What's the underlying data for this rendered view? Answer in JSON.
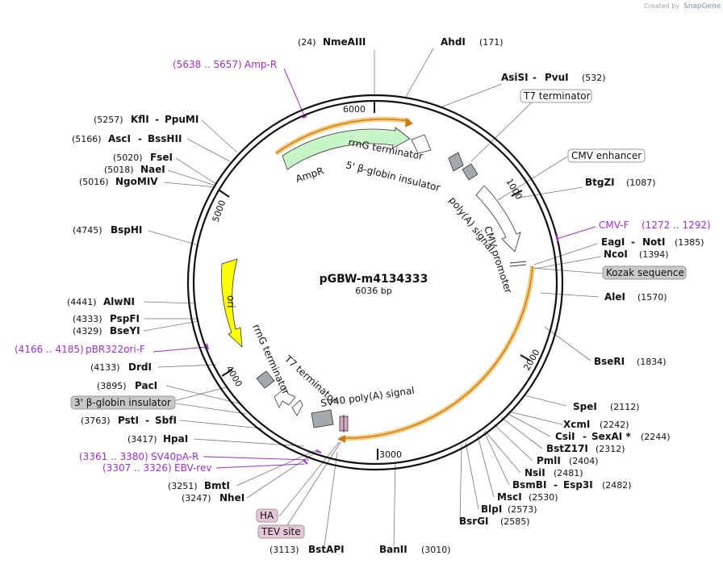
{
  "plasmid": {
    "name": "pGBW-m4134333",
    "length": "6036 bp"
  },
  "watermark": {
    "prefix": "Created by",
    "brand": "SnapGene"
  },
  "ticks": [
    "1000",
    "2000",
    "3000",
    "4000",
    "5000",
    "6000"
  ],
  "features": {
    "ampr": "AmpR",
    "ori": "ori",
    "t7_terminator_top": "T7 terminator",
    "rrng_top": "rrnG terminator",
    "globin_top": "5' β-globin insulator",
    "polya": "poly(A) signal",
    "cmv_promoter": "CMV promoter",
    "rrng_left": "rrnG terminator",
    "t7_terminator_left": "T7 terminator",
    "sv40_polya": "SV40 poly(A) signal"
  },
  "boxed_labels": {
    "t7_terminator": "T7 terminator",
    "cmv_enhancer": "CMV enhancer",
    "kozak": "Kozak sequence",
    "globin_3": "3' β-globin insulator",
    "ha": "HA",
    "tev": "TEV site"
  },
  "primers": {
    "amp_r": {
      "range": "(5638 .. 5657)",
      "name": "Amp-R"
    },
    "cmv_f": {
      "name": "CMV-F",
      "range": "(1272 .. 1292)"
    },
    "pbr322": {
      "range": "(4166 .. 4185)",
      "name": "pBR322ori-F"
    },
    "sv40pa_r": {
      "range": "(3361 .. 3380)",
      "name": "SV40pA-R"
    },
    "ebv_rev": {
      "range": "(3307 .. 3326)",
      "name": "EBV-rev"
    }
  },
  "sites": {
    "nmeaiii": {
      "pos": "(24)",
      "name": "NmeAIII"
    },
    "ahdi": {
      "name": "AhdI",
      "pos": "(171)"
    },
    "asisi": {
      "name": "AsiSI",
      "name2": "PvuI",
      "pos": "(532)"
    },
    "btgzi": {
      "name": "BtgZI",
      "pos": "(1087)"
    },
    "eagi": {
      "name": "EagI",
      "name2": "NotI",
      "pos": "(1385)"
    },
    "ncoi": {
      "name": "NcoI",
      "pos": "(1394)"
    },
    "alei": {
      "name": "AleI",
      "pos": "(1570)"
    },
    "beri": {
      "name": "BseRI",
      "pos": "(1834)"
    },
    "spei": {
      "name": "SpeI",
      "pos": "(2112)"
    },
    "xcmi": {
      "name": "XcmI",
      "pos": "(2242)"
    },
    "csii": {
      "name": "CsiI",
      "name2": "SexAI *",
      "pos": "(2244)"
    },
    "bstz17i": {
      "name": "BstZ17I",
      "pos": "(2312)"
    },
    "pmli": {
      "name": "PmlI",
      "pos": "(2404)"
    },
    "nsii": {
      "name": "NsiI",
      "pos": "(2481)"
    },
    "bsmbi": {
      "name": "BsmBI",
      "name2": "Esp3I",
      "pos": "(2482)"
    },
    "msci": {
      "name": "MscI",
      "pos": "(2530)"
    },
    "blpi": {
      "name": "BlpI",
      "pos": "(2573)"
    },
    "bsrgi": {
      "name": "BsrGI",
      "pos": "(2585)"
    },
    "banii": {
      "name": "BanII",
      "pos": "(3010)"
    },
    "bstapi": {
      "pos": "(3113)",
      "name": "BstAPI"
    },
    "nhei": {
      "pos": "(3247)",
      "name": "NheI"
    },
    "bmti": {
      "pos": "(3251)",
      "name": "BmtI"
    },
    "hpai": {
      "pos": "(3417)",
      "name": "HpaI"
    },
    "psti": {
      "pos": "(3763)",
      "name": "PstI",
      "name2": "SbfI"
    },
    "paci": {
      "pos": "(3895)",
      "name": "PacI"
    },
    "drdi": {
      "pos": "(4133)",
      "name": "DrdI"
    },
    "bseyi": {
      "pos": "(4329)",
      "name": "BseYI"
    },
    "pspfi": {
      "pos": "(4333)",
      "name": "PspFI"
    },
    "alwni": {
      "pos": "(4441)",
      "name": "AlwNI"
    },
    "bsphi": {
      "pos": "(4745)",
      "name": "BspHI"
    },
    "ngomiv": {
      "pos": "(5016)",
      "name": "NgoMIV"
    },
    "naei": {
      "pos": "(5018)",
      "name": "NaeI"
    },
    "fsei": {
      "pos": "(5020)",
      "name": "FseI"
    },
    "asci": {
      "pos": "(5166)",
      "name": "AscI",
      "name2": "BssHII"
    },
    "kfli": {
      "pos": "(5257)",
      "name": "KflI",
      "name2": "PpuMI"
    }
  },
  "colors": {
    "backbone": "#111111",
    "ampr_fill": "#c8f5c8",
    "ori_fill": "#ffff00",
    "highlight": "#f5c97a",
    "primer": "#9b30c8",
    "box_gray": "#c8c8c8",
    "box_pink": "#e8c6d6"
  }
}
